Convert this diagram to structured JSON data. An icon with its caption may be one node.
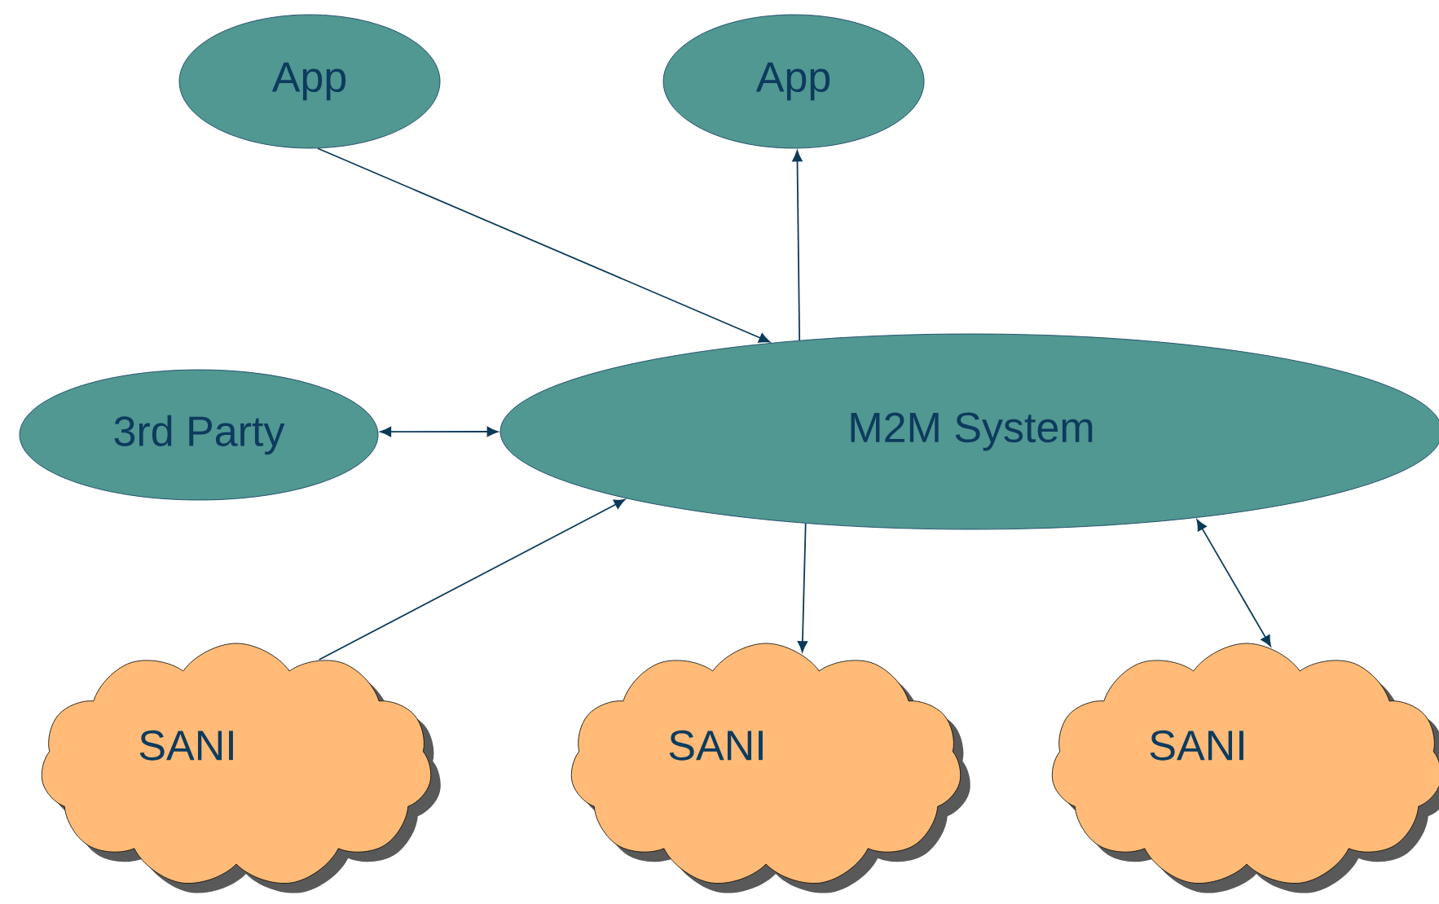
{
  "diagram": {
    "nodes": [
      {
        "text": [
          "App"
        ]
      },
      {
        "text": [
          "App"
        ]
      },
      {
        "text": [
          "3rd Party"
        ]
      },
      {
        "text": [
          "M2M System"
        ]
      },
      {
        "text": [
          "SANI"
        ]
      },
      {
        "text": [
          "SANI"
        ]
      },
      {
        "text": [
          "SANI"
        ]
      }
    ],
    "edges": [
      {
        "from": 0,
        "to": 3,
        "arrow": "to"
      },
      {
        "from": 3,
        "to": 1,
        "arrow": "to"
      },
      {
        "from": 2,
        "to": 3,
        "arrow": "both"
      },
      {
        "from": 4,
        "to": 3,
        "arrow": "to"
      },
      {
        "from": 3,
        "to": 5,
        "arrow": "to"
      },
      {
        "from": 3,
        "to": 6,
        "arrow": "both"
      }
    ]
  }
}
